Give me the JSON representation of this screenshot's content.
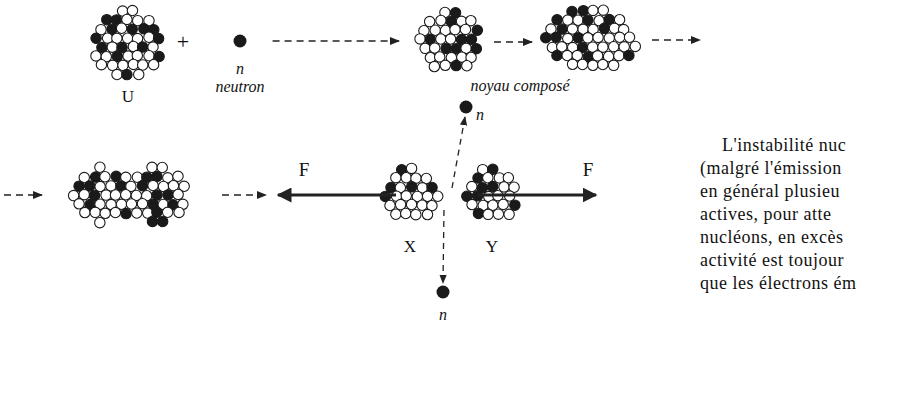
{
  "diagram": {
    "nodes": [
      {
        "text": [
          "U"
        ]
      },
      {
        "text": [
          "n",
          "neutron"
        ]
      },
      {
        "text": [
          "noyau composé"
        ]
      },
      {
        "text": [
          "X"
        ]
      },
      {
        "text": [
          "Y"
        ]
      },
      {
        "text": [
          "n"
        ]
      },
      {
        "text": [
          "n"
        ]
      }
    ],
    "edges": [
      {
        "from": 1,
        "to": 2,
        "arrow": "to"
      }
    ],
    "labels": [
      "+",
      "F",
      "F",
      "L'instabilité nuc",
      "(malgré l'émission",
      "en général plusieu",
      "actives, pour atte",
      "nucléons, en excès",
      "activité est toujour",
      "que les électrons ém"
    ]
  }
}
